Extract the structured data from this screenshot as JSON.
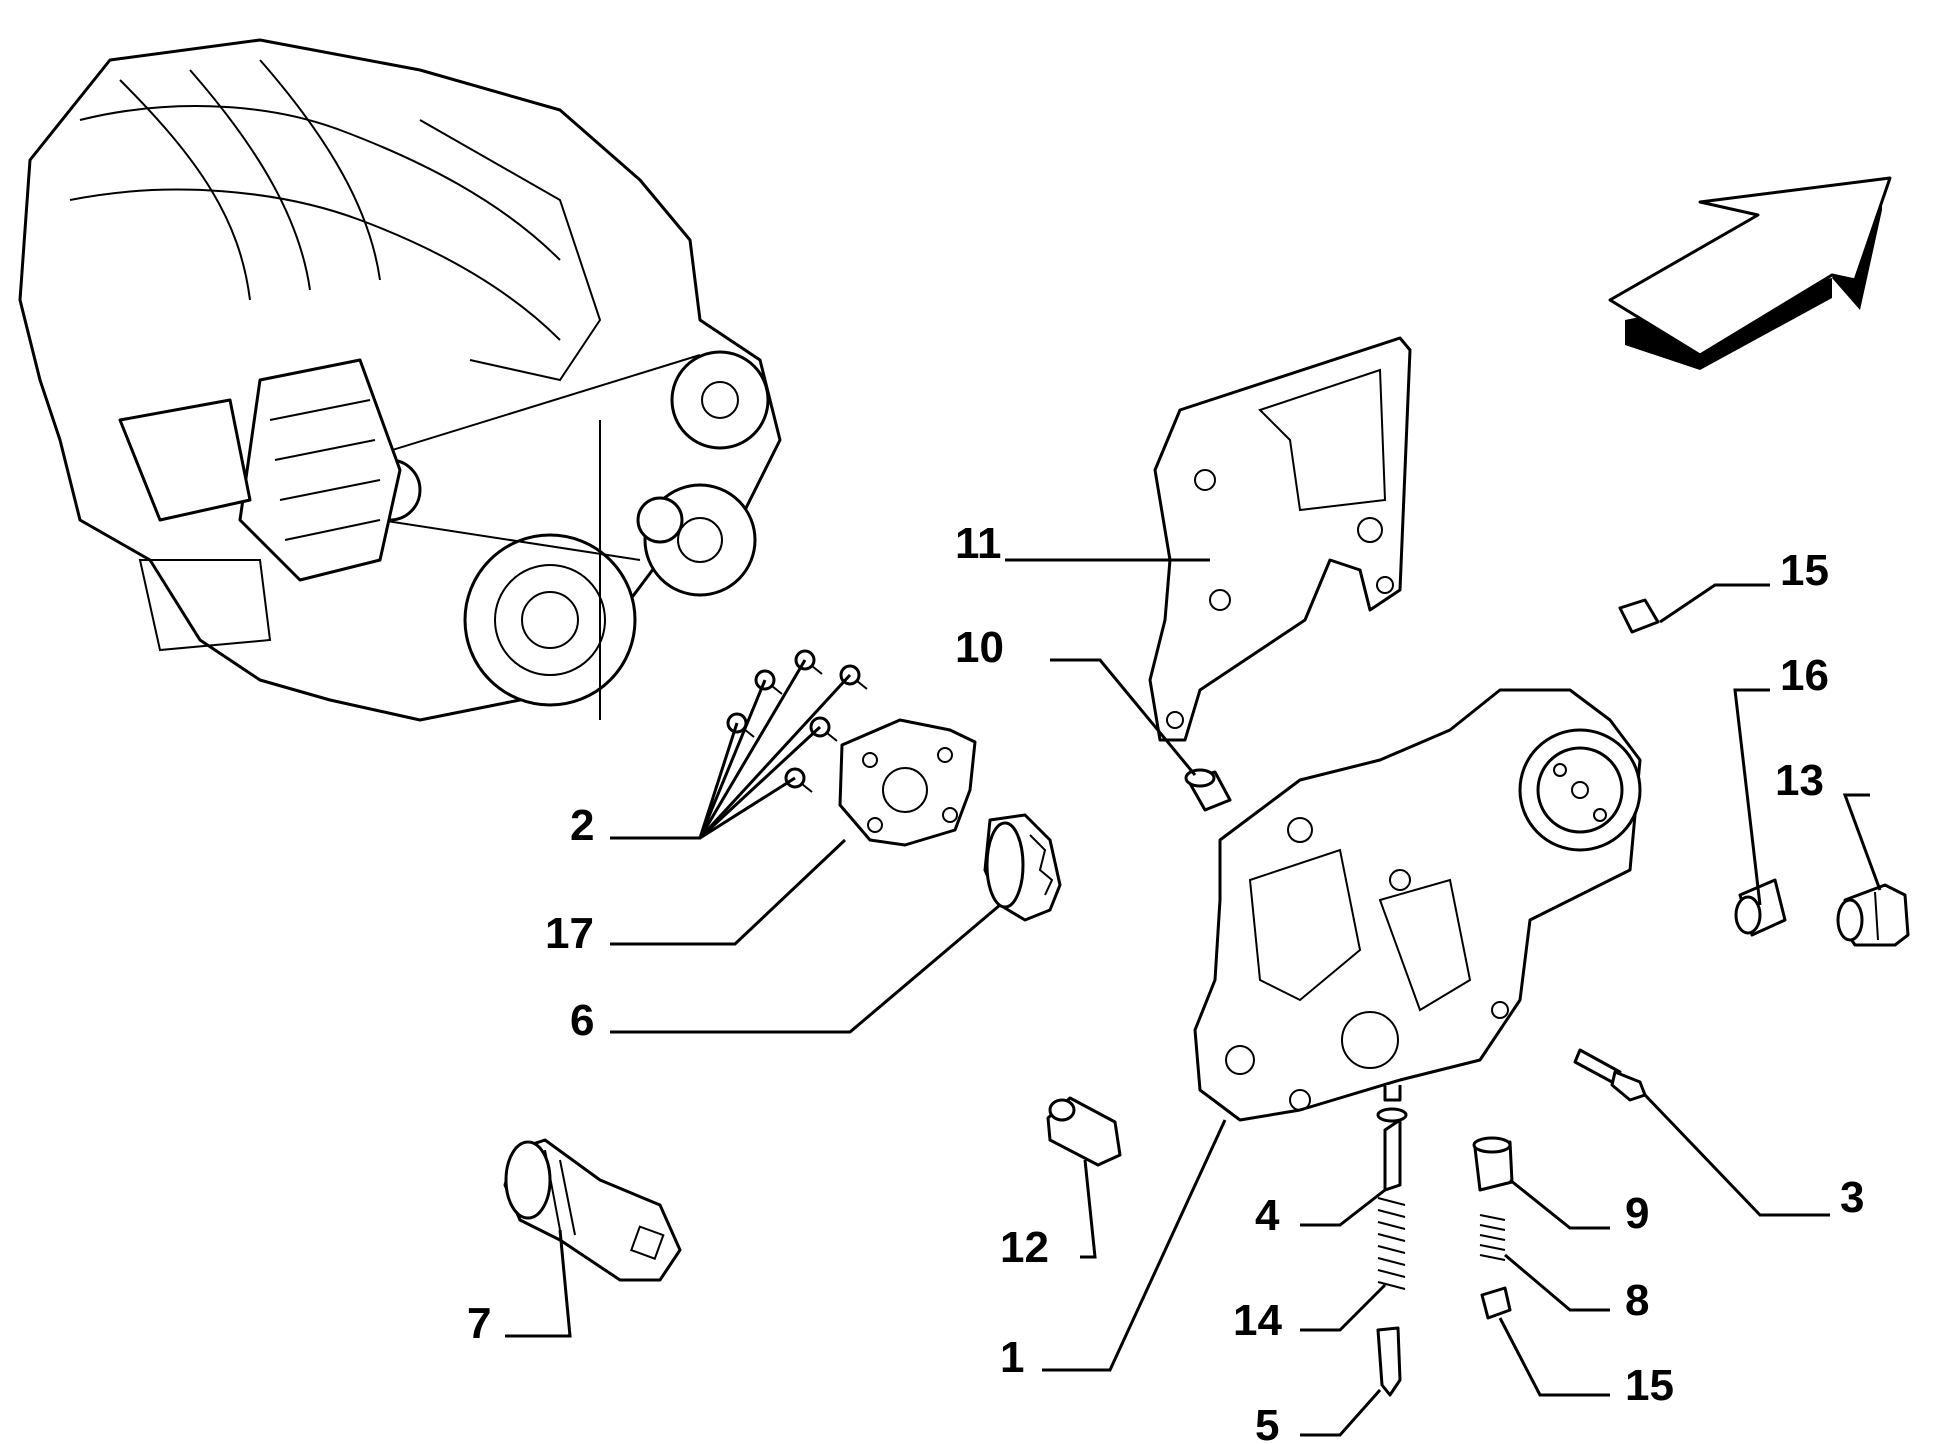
{
  "callouts": [
    {
      "id": "c1",
      "label": "1"
    },
    {
      "id": "c2",
      "label": "2"
    },
    {
      "id": "c3",
      "label": "3"
    },
    {
      "id": "c4",
      "label": "4"
    },
    {
      "id": "c5",
      "label": "5"
    },
    {
      "id": "c6",
      "label": "6"
    },
    {
      "id": "c7",
      "label": "7"
    },
    {
      "id": "c8",
      "label": "8"
    },
    {
      "id": "c9",
      "label": "9"
    },
    {
      "id": "c10",
      "label": "10"
    },
    {
      "id": "c11",
      "label": "11"
    },
    {
      "id": "c12",
      "label": "12"
    },
    {
      "id": "c13",
      "label": "13"
    },
    {
      "id": "c14",
      "label": "14"
    },
    {
      "id": "c15a",
      "label": "15"
    },
    {
      "id": "c15b",
      "label": "15"
    },
    {
      "id": "c16",
      "label": "16"
    },
    {
      "id": "c17",
      "label": "17"
    }
  ],
  "icons": [
    "direction-arrow-icon"
  ]
}
